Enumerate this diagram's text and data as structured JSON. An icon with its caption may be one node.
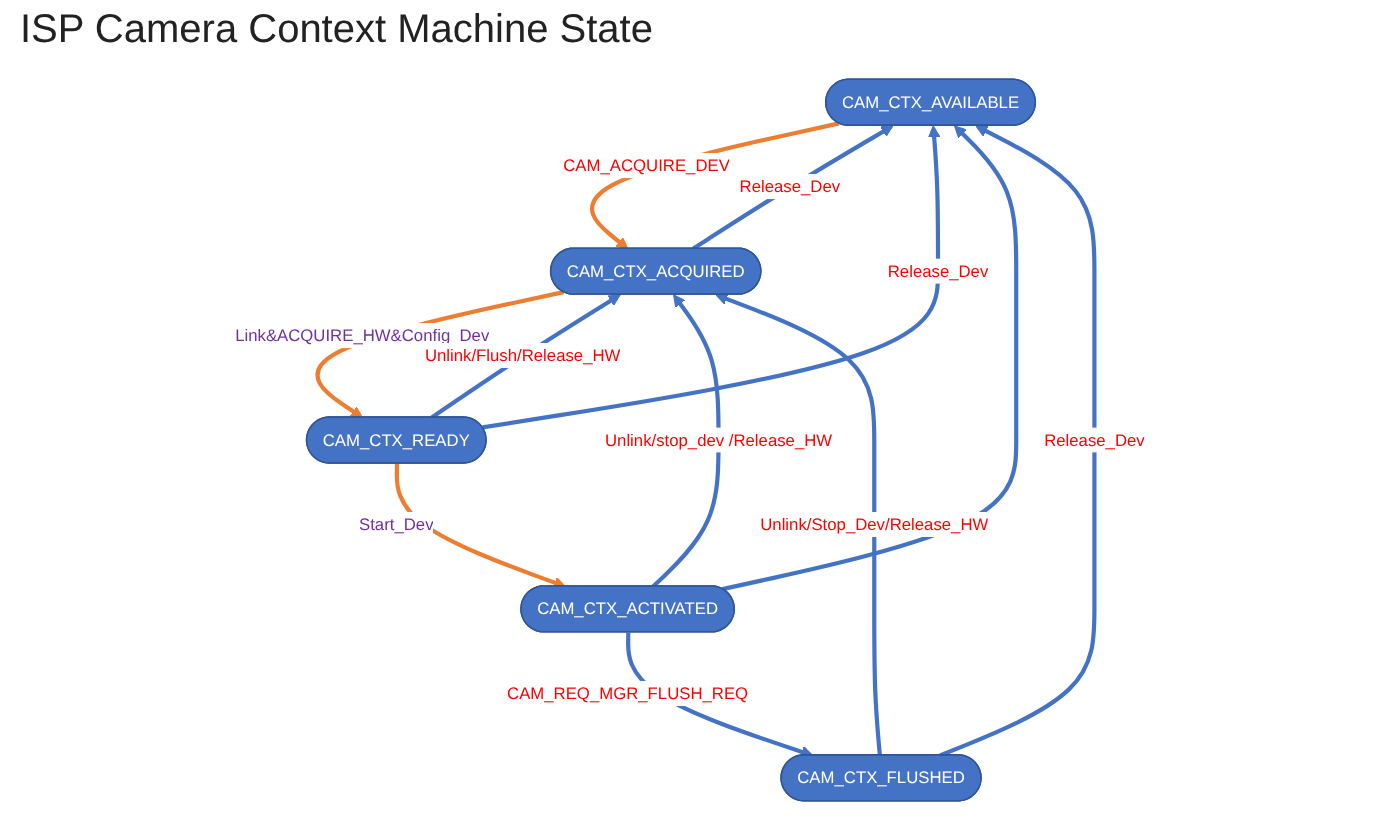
{
  "diagram": {
    "title": "ISP Camera Context Machine State",
    "nodes": [
      {
        "text": [
          "CAM_CTX_AVAILABLE"
        ]
      },
      {
        "text": [
          "CAM_CTX_ACQUIRED"
        ]
      },
      {
        "text": [
          "CAM_CTX_READY"
        ]
      },
      {
        "text": [
          "CAM_CTX_FLUSHED"
        ]
      },
      {
        "text": [
          "CAM_CTX_ACTIVATED"
        ]
      }
    ],
    "edges": [
      {
        "from": 0,
        "to": 1,
        "arrow": "to",
        "label": "CAM_ACQUIRE_DEV",
        "color": "#ed7d31"
      },
      {
        "from": 1,
        "to": 0,
        "arrow": "to",
        "label": "Release_Dev"
      },
      {
        "from": 1,
        "to": 2,
        "arrow": "to",
        "label": "Link&ACQUIRE_HW&Config_Dev",
        "color": "#ed7d31"
      },
      {
        "from": 2,
        "to": 1,
        "arrow": "to",
        "label": "Unlink/Flush/Release_HW"
      },
      {
        "from": 2,
        "to": 0,
        "arrow": "to",
        "label": "Release_Dev"
      },
      {
        "from": 2,
        "to": 4,
        "arrow": "to",
        "label": "Start_Dev",
        "color": "#ed7d31"
      },
      {
        "from": 4,
        "to": 0,
        "arrow": "to"
      },
      {
        "from": 4,
        "to": 1,
        "arrow": "to",
        "label": "Unlink/stop_dev /Release_HW"
      },
      {
        "from": 4,
        "to": 3,
        "arrow": "to",
        "label": "CAM_REQ_MGR_FLUSH_REQ"
      },
      {
        "from": 3,
        "to": 1,
        "arrow": "to",
        "label": "Unlink/Stop_Dev/Release_HW"
      },
      {
        "from": 3,
        "to": 0,
        "arrow": "to",
        "label": "Release_Dev"
      }
    ]
  }
}
